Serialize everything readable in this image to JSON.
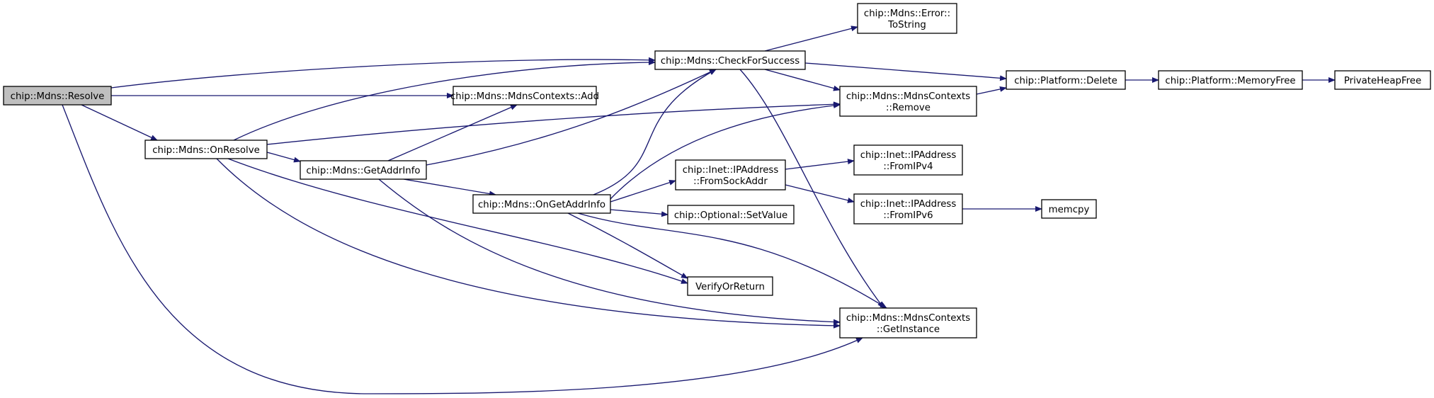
{
  "graph": {
    "colors": {
      "edge": "#191970",
      "root_fill": "#bfbfbf",
      "node_fill": "#ffffff",
      "border": "#000000"
    },
    "nodes": {
      "resolve": [
        "chip::Mdns::Resolve"
      ],
      "onresolve": [
        "chip::Mdns::OnResolve"
      ],
      "getaddrinfo": [
        "chip::Mdns::GetAddrInfo"
      ],
      "ongetaddrinfo": [
        "chip::Mdns::OnGetAddrInfo"
      ],
      "add": [
        "chip::Mdns::MdnsContexts::Add"
      ],
      "checkforsuccess": [
        "chip::Mdns::CheckForSuccess"
      ],
      "errortostring": [
        "chip::Mdns::Error::",
        "ToString"
      ],
      "remove": [
        "chip::Mdns::MdnsContexts",
        "::Remove"
      ],
      "getinstance": [
        "chip::Mdns::MdnsContexts",
        "::GetInstance"
      ],
      "fromsockaddr": [
        "chip::Inet::IPAddress",
        "::FromSockAddr"
      ],
      "setvalue": [
        "chip::Optional::SetValue"
      ],
      "verifyorreturn": [
        "VerifyOrReturn"
      ],
      "fromipv4": [
        "chip::Inet::IPAddress",
        "::FromIPv4"
      ],
      "fromipv6": [
        "chip::Inet::IPAddress",
        "::FromIPv6"
      ],
      "memcpy": [
        "memcpy"
      ],
      "platformdelete": [
        "chip::Platform::Delete"
      ],
      "memoryfree": [
        "chip::Platform::MemoryFree"
      ],
      "privateheapfree": [
        "PrivateHeapFree"
      ]
    },
    "edges": [
      [
        "resolve",
        "checkforsuccess"
      ],
      [
        "resolve",
        "add"
      ],
      [
        "resolve",
        "onresolve"
      ],
      [
        "resolve",
        "getinstance"
      ],
      [
        "onresolve",
        "checkforsuccess"
      ],
      [
        "onresolve",
        "remove"
      ],
      [
        "onresolve",
        "getaddrinfo"
      ],
      [
        "onresolve",
        "verifyorreturn"
      ],
      [
        "onresolve",
        "getinstance"
      ],
      [
        "getaddrinfo",
        "add"
      ],
      [
        "getaddrinfo",
        "checkforsuccess"
      ],
      [
        "getaddrinfo",
        "ongetaddrinfo"
      ],
      [
        "getaddrinfo",
        "getinstance"
      ],
      [
        "ongetaddrinfo",
        "checkforsuccess"
      ],
      [
        "ongetaddrinfo",
        "remove"
      ],
      [
        "ongetaddrinfo",
        "fromsockaddr"
      ],
      [
        "ongetaddrinfo",
        "setvalue"
      ],
      [
        "ongetaddrinfo",
        "verifyorreturn"
      ],
      [
        "ongetaddrinfo",
        "getinstance"
      ],
      [
        "checkforsuccess",
        "errortostring"
      ],
      [
        "checkforsuccess",
        "platformdelete"
      ],
      [
        "checkforsuccess",
        "remove"
      ],
      [
        "checkforsuccess",
        "getinstance"
      ],
      [
        "remove",
        "platformdelete"
      ],
      [
        "platformdelete",
        "memoryfree"
      ],
      [
        "memoryfree",
        "privateheapfree"
      ],
      [
        "fromsockaddr",
        "fromipv4"
      ],
      [
        "fromsockaddr",
        "fromipv6"
      ],
      [
        "fromipv6",
        "memcpy"
      ]
    ]
  }
}
